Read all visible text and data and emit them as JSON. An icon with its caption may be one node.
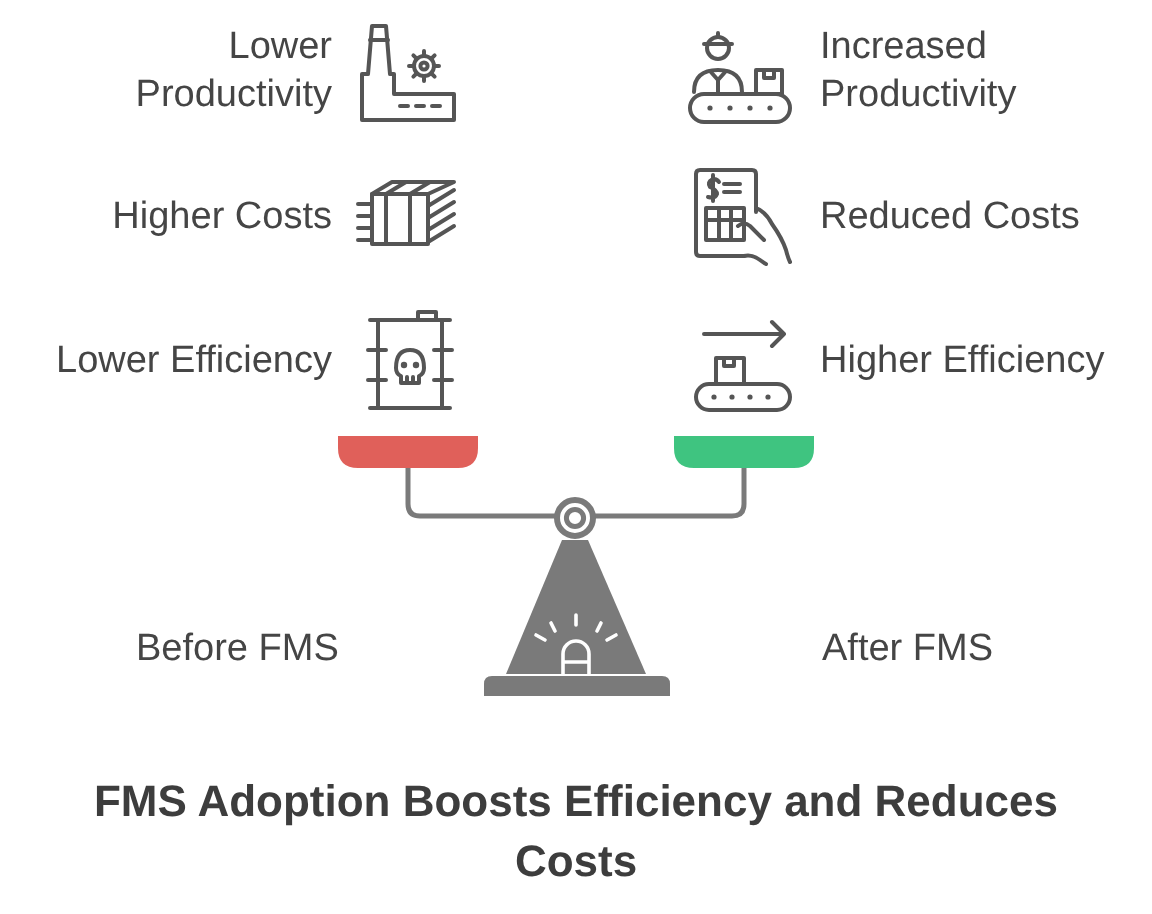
{
  "diagram": {
    "title": "FMS Adoption Boosts Efficiency and Reduces Costs",
    "labels": [
      "Lower Productivity",
      "Increased Productivity",
      "Higher Costs",
      "Reduced Costs",
      "Lower Efficiency",
      "Higher Efficiency",
      "Before FMS",
      "After FMS"
    ]
  }
}
